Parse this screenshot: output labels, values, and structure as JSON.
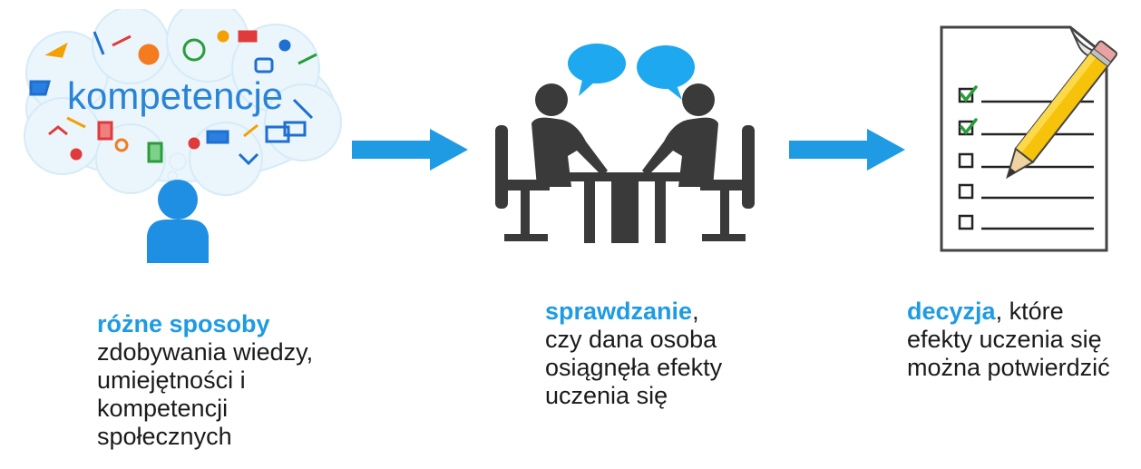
{
  "steps": [
    {
      "icon": "learning-head-cloud-icon",
      "cloud_word": "kompetencje",
      "title": "różne sposoby",
      "title_suffix": "",
      "lines": [
        "zdobywania wiedzy,",
        "umiejętności i",
        "kompetencji",
        "społecznych"
      ]
    },
    {
      "icon": "meeting-conversation-icon",
      "title": "sprawdzanie",
      "title_suffix": ",",
      "lines": [
        "czy dana osoba",
        "osiągnęła efekty",
        "uczenia się"
      ]
    },
    {
      "icon": "checklist-pencil-icon",
      "title": "decyzja",
      "title_suffix": ", które",
      "lines": [
        "efekty uczenia się",
        "można potwierdzić"
      ]
    }
  ],
  "colors": {
    "accent": "#1e9be3",
    "icon_dark": "#3a3a3a",
    "bubble": "#1ea8f0"
  }
}
